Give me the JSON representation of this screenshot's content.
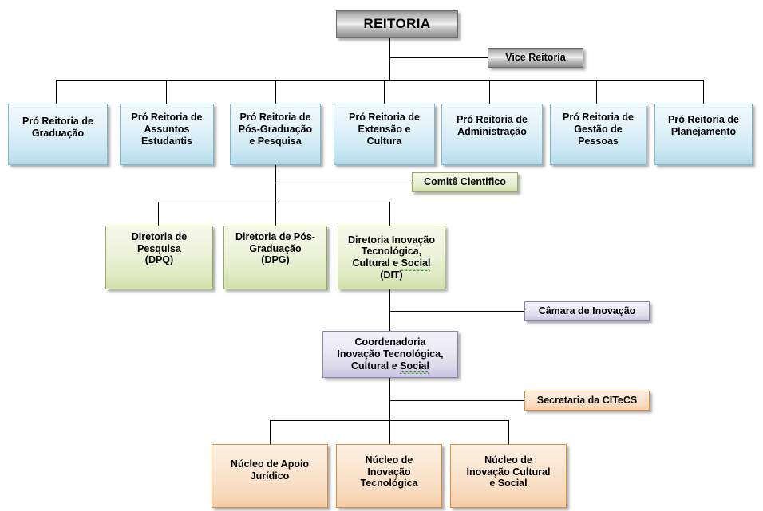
{
  "diagram": {
    "type": "organizational-chart",
    "title_node": "REITORIA",
    "language": "pt-BR",
    "colors": {
      "level0_gray": "#b7b7b7",
      "level1_blue": "#cfe9f4",
      "level2_green": "#e2ebc7",
      "level3_purple": "#dedaec",
      "level4_orange": "#f9dcc0",
      "connector": "#000000",
      "background": "#ffffff"
    },
    "nodes": {
      "reitoria": {
        "label": "REITORIA",
        "color": "gray"
      },
      "vice_reitoria": {
        "label": "Vice Reitoria",
        "color": "gray"
      },
      "pro_reitorias": [
        {
          "label": "Pró Reitoria de\nGraduação",
          "color": "blue"
        },
        {
          "label": "Pró Reitoria de\nAssuntos\nEstudantis",
          "color": "blue"
        },
        {
          "label": "Pró Reitoria de\nPós-Graduação\ne Pesquisa",
          "color": "blue"
        },
        {
          "label": "Pró Reitoria de\nExtensão e\nCultura",
          "color": "blue"
        },
        {
          "label": "Pró Reitoria de\nAdministração",
          "color": "blue"
        },
        {
          "label": "Pró Reitoria de\nGestão de\nPessoas",
          "color": "blue"
        },
        {
          "label": "Pró Reitoria de\nPlanejamento",
          "color": "blue"
        }
      ],
      "comite": {
        "label": "Comitê Cientifico",
        "color": "green"
      },
      "diretorias": [
        {
          "label": "Diretoria de\nPesquisa\n(DPQ)",
          "color": "green"
        },
        {
          "label": "Diretoria de Pós-\nGraduação\n(DPG)",
          "color": "green"
        },
        {
          "color": "green",
          "line1": "Diretoria Inovação",
          "line2": "Tecnológica,",
          "line3a": "Cultural e ",
          "line3b": "Social",
          "line4": "(DIT)"
        }
      ],
      "camara": {
        "label": "Câmara de Inovação",
        "color": "purple"
      },
      "coordenadoria": {
        "color": "purple",
        "line1": "Coordenadoria",
        "line2": "Inovação Tecnológica,",
        "line3a": "Cultural e ",
        "line3b": "Social"
      },
      "secretaria": {
        "label": "Secretaria da CITeCS",
        "color": "orange"
      },
      "nucleos": [
        {
          "label": "Núcleo de Apoio\nJurídico",
          "color": "orange"
        },
        {
          "label": "Núcleo de\nInovação\nTecnológica",
          "color": "orange"
        },
        {
          "label": "Núcleo de\nInovação Cultural\ne Social",
          "color": "orange"
        }
      ]
    }
  }
}
